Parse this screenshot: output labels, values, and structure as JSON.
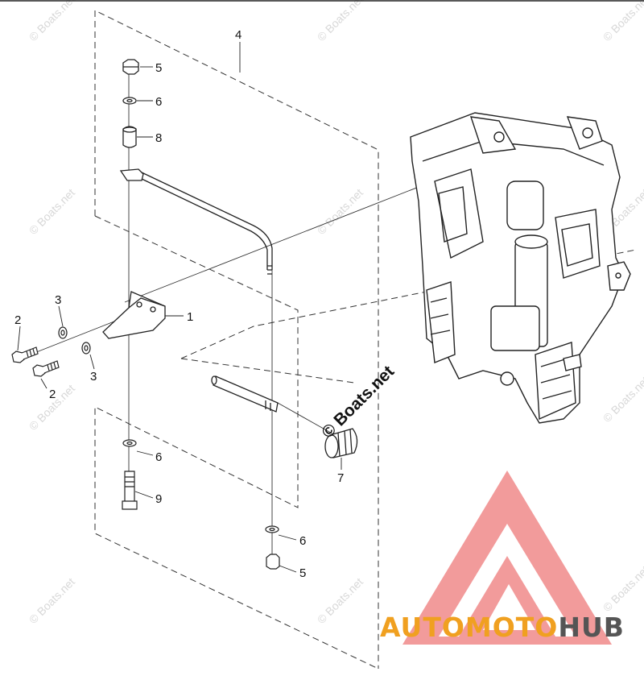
{
  "callouts": [
    {
      "id": "label-1",
      "text": "1"
    },
    {
      "id": "label-2a",
      "text": "2"
    },
    {
      "id": "label-2b",
      "text": "2"
    },
    {
      "id": "label-3a",
      "text": "3"
    },
    {
      "id": "label-3b",
      "text": "3"
    },
    {
      "id": "label-4",
      "text": "4"
    },
    {
      "id": "label-5a",
      "text": "5"
    },
    {
      "id": "label-5b",
      "text": "5"
    },
    {
      "id": "label-6a",
      "text": "6"
    },
    {
      "id": "label-6b",
      "text": "6"
    },
    {
      "id": "label-6c",
      "text": "6"
    },
    {
      "id": "label-7",
      "text": "7"
    },
    {
      "id": "label-8",
      "text": "8"
    },
    {
      "id": "label-9",
      "text": "9"
    }
  ],
  "watermark": {
    "text": "© Boats.net"
  },
  "brand": {
    "part1": "AUTO",
    "part2": "MOTO",
    "part3": "HUB"
  },
  "colors": {
    "brand_orange": "#f0a020",
    "brand_gray": "#555555",
    "logo_red": "#f08a8a",
    "line": "#222222"
  }
}
